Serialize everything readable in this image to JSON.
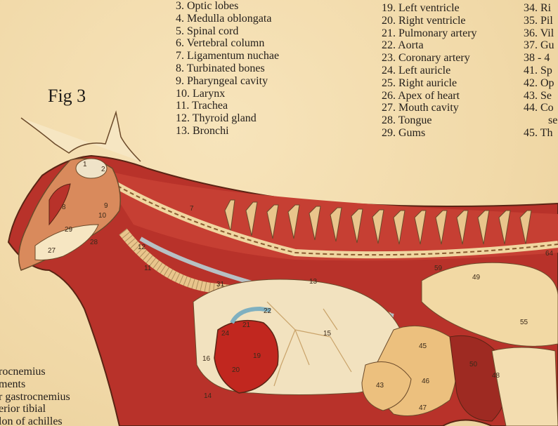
{
  "figure": {
    "title": "Fig 3"
  },
  "legend": {
    "column_1": [
      "3. Optic lobes",
      "4. Medulla oblongata",
      "5. Spinal cord",
      "6. Vertebral column",
      "7. Ligamentum nuchae",
      "8. Turbinated bones",
      "9. Pharyngeal cavity",
      "10. Larynx",
      "11. Trachea",
      "12. Thyroid gland",
      "13. Bronchi"
    ],
    "column_2": [
      "19. Left ventricle",
      "20. Right ventricle",
      "21. Pulmonary artery",
      "22. Aorta",
      "23. Coronary artery",
      "24. Left auricle",
      "25. Right auricle",
      "26. Apex of heart",
      "27. Mouth cavity",
      "28. Tongue",
      "29. Gums"
    ],
    "column_3": [
      "34. Ri",
      "35. Pil",
      "36. Vil",
      "37. Gu",
      "38 - 4",
      "41. Sp",
      "42. Op",
      "43. Se",
      "44. Co",
      "se",
      "45. Th"
    ],
    "column_left": [
      "rocnemius",
      "ments",
      "r gastrocnemius",
      "erior tibial",
      "lon of achilles"
    ]
  },
  "diagram_labels": [
    "1",
    "2",
    "7",
    "8",
    "9",
    "10",
    "11",
    "12",
    "13",
    "14",
    "15",
    "16",
    "19",
    "20",
    "21",
    "22",
    "24",
    "27",
    "28",
    "29",
    "31",
    "43",
    "45",
    "46",
    "47",
    "48",
    "49",
    "50",
    "55",
    "59",
    "64"
  ],
  "colors": {
    "background": "#f3dcac",
    "muscle": "#b8322a",
    "bone": "#f0d6a0",
    "organ_beige": "#e6c48a",
    "text": "#25201c"
  }
}
